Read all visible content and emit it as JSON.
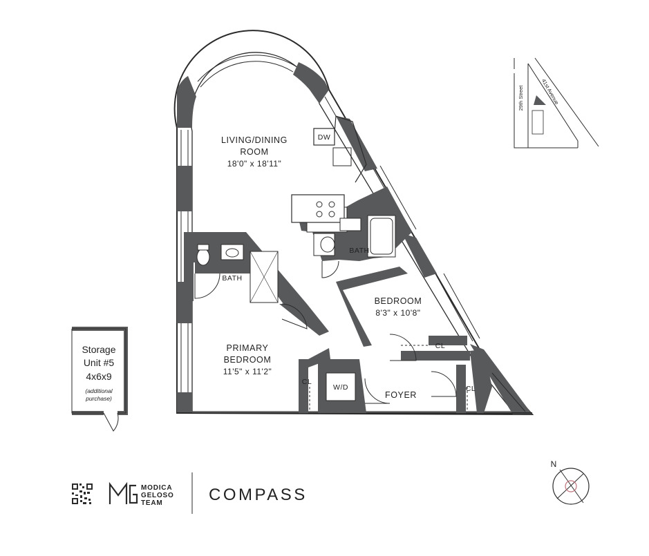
{
  "rooms": {
    "living": {
      "label_line1": "LIVING/DINING",
      "label_line2": "ROOM",
      "dims": "18'0\" x 18'11\""
    },
    "bedroom": {
      "label": "BEDROOM",
      "dims": "8'3\" x 10'8\""
    },
    "primary": {
      "label_line1": "PRIMARY",
      "label_line2": "BEDROOM",
      "dims": "11'5\" x 11'2\""
    },
    "bath_left": "BATH",
    "bath_right": "BATH",
    "foyer": "FOYER",
    "dw": "DW",
    "wd": "W/D",
    "closets": [
      "CL",
      "CL",
      "CL"
    ]
  },
  "storage": {
    "line1": "Storage",
    "line2": "Unit #5",
    "line3": "4x6x9",
    "note1": "(additional",
    "note2": "purchase)"
  },
  "keymap": {
    "street1": "29th Street",
    "street2": "41st Avenue"
  },
  "compass_rose": {
    "north_label": "N"
  },
  "footer": {
    "team_line1": "MODICA",
    "team_line2": "GELOSO",
    "team_line3": "TEAM",
    "brand": "COMPASS"
  },
  "colors": {
    "wall": "#58595b",
    "line": "#2b2b2b",
    "accent": "#c0727a"
  }
}
